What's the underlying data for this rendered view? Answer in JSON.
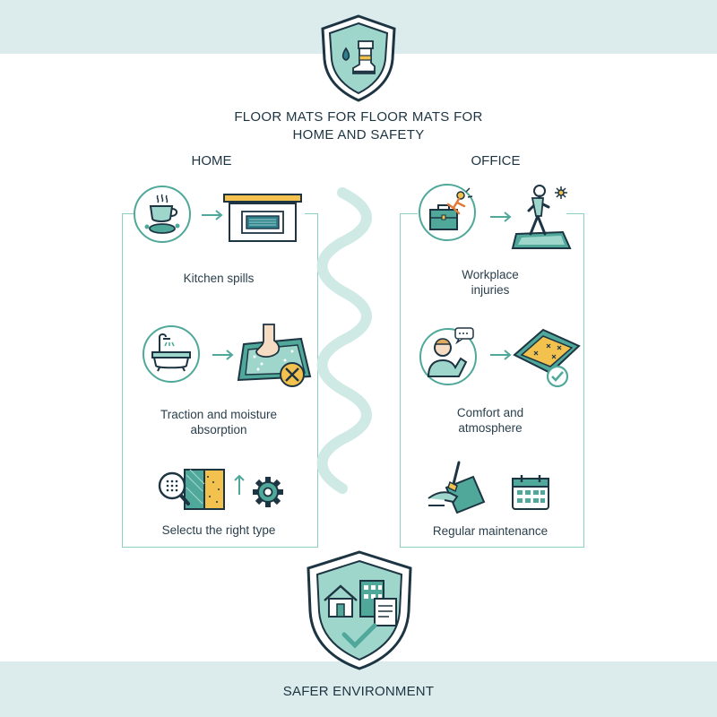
{
  "title": {
    "line1": "FLOOR MATS FOR FLOOR MATS FOR",
    "line2": "HOME AND SAFETY"
  },
  "home": {
    "heading": "HOME",
    "items": [
      {
        "label": "Kitchen spills"
      },
      {
        "label_line1": "Traction and moisture",
        "label_line2": "absorption"
      },
      {
        "label": "Selectu the right type"
      }
    ]
  },
  "office": {
    "heading": "OFFICE",
    "items": [
      {
        "label_line1": "Workplace",
        "label_line2": "injuries"
      },
      {
        "label_line1": "Comfort and",
        "label_line2": "atmosphere"
      },
      {
        "label": "Regular maintenance"
      }
    ]
  },
  "footer": {
    "label": "SAFER ENVIRONMENT"
  },
  "colors": {
    "teal": "#4fa89a",
    "mint": "#dcecec",
    "navy": "#1d3442",
    "amber": "#f2c14e"
  }
}
